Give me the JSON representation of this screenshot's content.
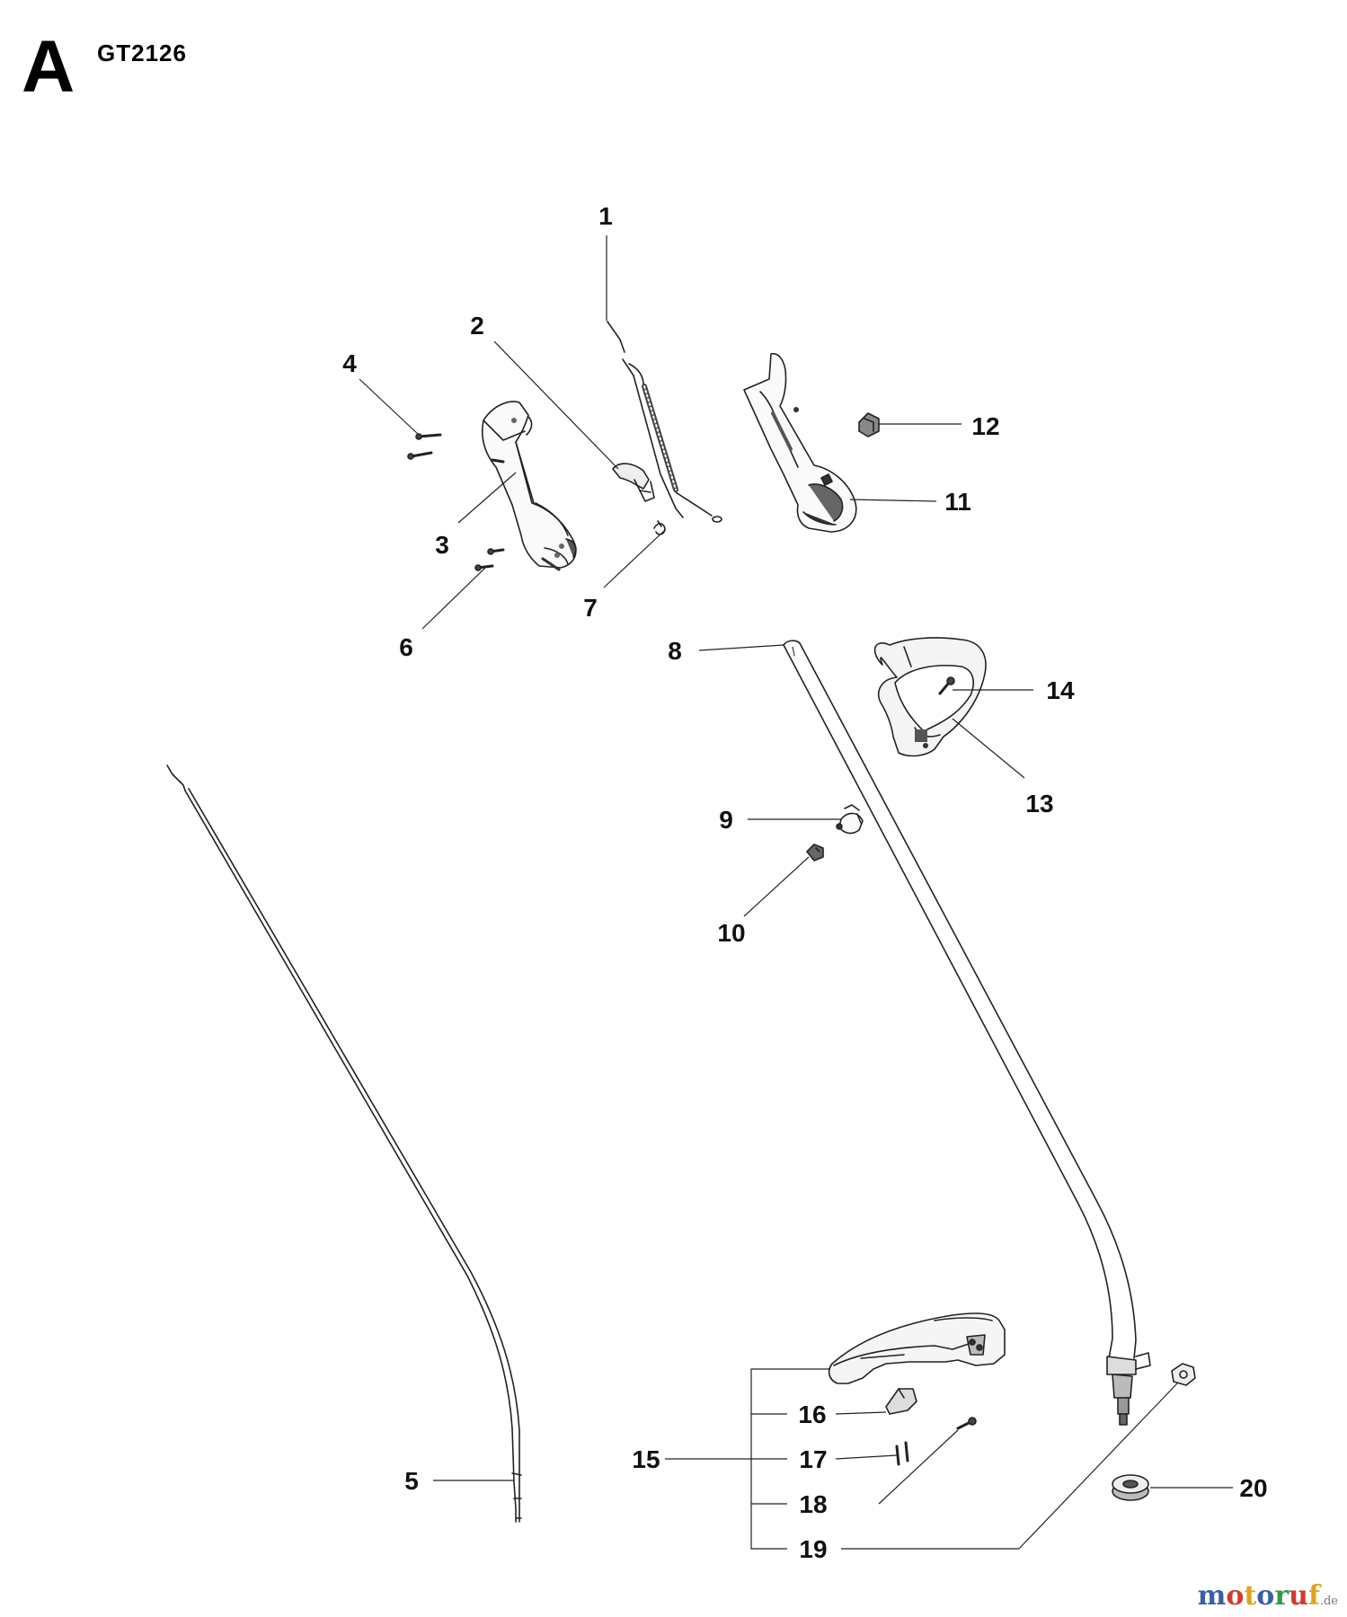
{
  "header": {
    "section": "A",
    "model": "GT2126"
  },
  "callouts": [
    "1",
    "2",
    "3",
    "4",
    "5",
    "6",
    "7",
    "8",
    "9",
    "10",
    "11",
    "12",
    "13",
    "14",
    "15",
    "16",
    "17",
    "18",
    "19",
    "20"
  ],
  "watermark": {
    "letters": [
      "m",
      "o",
      "t",
      "o",
      "r",
      "u",
      "f"
    ],
    "suffix": ".de",
    "colors": [
      "#3a5fa8",
      "#d23a2e",
      "#e3a21a",
      "#3a5fa8",
      "#2f9a4a",
      "#d23a2e",
      "#e3a21a"
    ]
  }
}
